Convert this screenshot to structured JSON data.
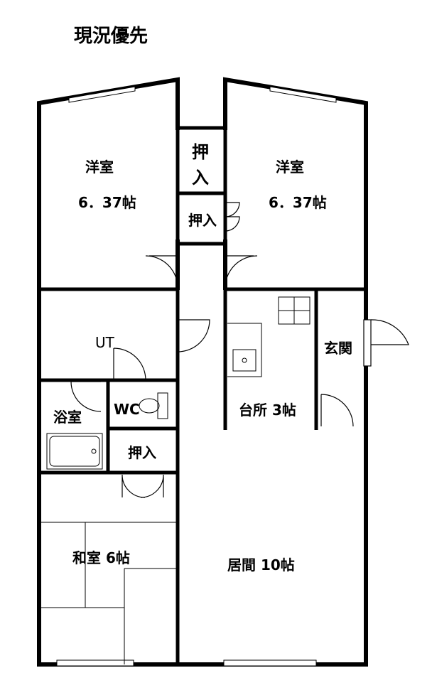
{
  "title": "現況優先",
  "rooms": {
    "western_left": {
      "name": "洋室",
      "size": "6．37帖"
    },
    "western_right": {
      "name": "洋室",
      "size": "6．37帖"
    },
    "closet_top_line1": "押",
    "closet_top_line2": "入",
    "closet_mid": "押入",
    "ut": "UT",
    "entrance": "玄関",
    "bath": "浴室",
    "wc": "WC",
    "kitchen": "台所 3帖",
    "closet_low": "押入",
    "japanese": "和室 6帖",
    "living": "居間 10帖"
  }
}
